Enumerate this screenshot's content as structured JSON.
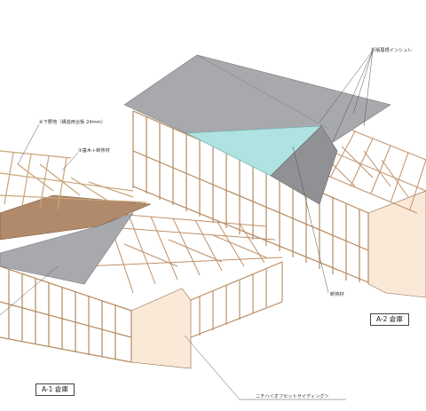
{
  "labels": {
    "insulation": "折版屋根インシュレ",
    "underlay": "④下野地（構造用合板 24mm）",
    "rafter": "③垂木＋断熱材",
    "insulator": "断熱材",
    "siding": "ニチハ＜オフセットサイディング＞"
  },
  "buildings": {
    "a1": "A-1 倉庫",
    "a2": "A-2 倉庫"
  },
  "colors": {
    "timber": "#c9a57a",
    "timber_dark": "#a8825a",
    "roof_gray": "#a7a9ad",
    "panel_light": "#aee3e2",
    "wall_panel": "#fbe9d8",
    "osb": "#b08a6a"
  }
}
